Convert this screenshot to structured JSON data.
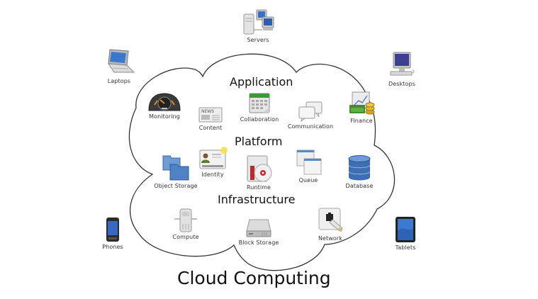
{
  "title": "Cloud Computing",
  "layers": {
    "application": "Application",
    "platform": "Platform",
    "infrastructure": "Infrastructure"
  },
  "clients": {
    "servers": {
      "label": "Servers",
      "icon": "servers-icon"
    },
    "laptops": {
      "label": "Laptops",
      "icon": "laptop-icon"
    },
    "desktops": {
      "label": "Desktops",
      "icon": "desktop-icon"
    },
    "phones": {
      "label": "Phones",
      "icon": "phone-icon"
    },
    "tablets": {
      "label": "Tablets",
      "icon": "tablet-icon"
    }
  },
  "application": {
    "monitoring": {
      "label": "Monitoring",
      "icon": "dashboard-gauge-icon"
    },
    "content": {
      "label": "Content",
      "icon": "newspaper-icon"
    },
    "collaboration": {
      "label": "Collaboration",
      "icon": "calendar-icon"
    },
    "communication": {
      "label": "Communication",
      "icon": "chat-bubbles-icon"
    },
    "finance": {
      "label": "Finance",
      "icon": "money-chart-icon"
    }
  },
  "platform": {
    "object_storage": {
      "label": "Object Storage",
      "icon": "folders-icon"
    },
    "identity": {
      "label": "Identity",
      "icon": "id-card-icon"
    },
    "runtime": {
      "label": "Runtime",
      "icon": "runtime-disc-icon"
    },
    "queue": {
      "label": "Queue",
      "icon": "windows-stack-icon"
    },
    "database": {
      "label": "Database",
      "icon": "database-icon"
    }
  },
  "infrastructure": {
    "compute": {
      "label": "Compute",
      "icon": "server-tower-icon"
    },
    "block_storage": {
      "label": "Block Storage",
      "icon": "hard-drive-icon"
    },
    "network": {
      "label": "Network",
      "icon": "network-jack-icon"
    }
  },
  "colors": {
    "outline": "#333333",
    "screen_blue": "#3a6fc4",
    "folder_blue": "#4f82c4",
    "calendar_green": "#3a9a3a",
    "runtime_red": "#c0272d",
    "coin_gold": "#d9a821",
    "cash_green": "#3e8f2c"
  }
}
